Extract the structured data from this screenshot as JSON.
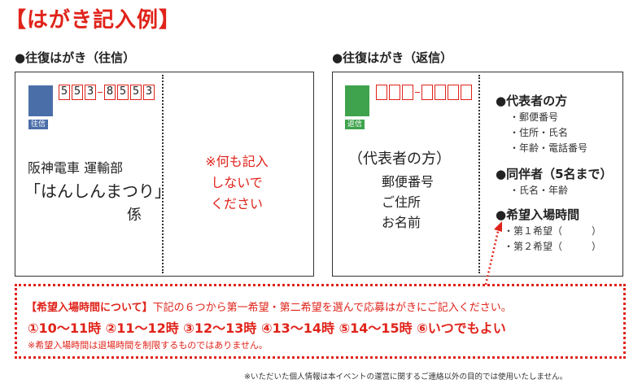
{
  "title": "【はがき記入例】",
  "outgoing": {
    "caption": "●往復はがき（往信）",
    "stamp_label": "往信",
    "zip_left": [
      "5",
      "5",
      "3"
    ],
    "zip_right": [
      "8",
      "5",
      "5",
      "3"
    ],
    "address_line1": "阪神電車 運輸部",
    "address_line2": "「はんしんまつり」",
    "address_line3": "係",
    "note_lines": [
      "※何も記入",
      "しないで",
      "ください"
    ]
  },
  "reply": {
    "caption": "●往復はがき（返信）",
    "stamp_label": "返信",
    "zip_left_count": 3,
    "zip_right_count": 4,
    "name_header": "（代表者の方）",
    "name_items": [
      "郵便番号",
      "ご住所",
      "お名前"
    ],
    "sections": [
      {
        "heading": "●代表者の方",
        "items": [
          "・郵便番号",
          "・住所・氏名",
          "・年齢・電話番号"
        ]
      },
      {
        "heading": "●同伴者（5名まで）",
        "items": [
          "・氏名・年齢"
        ]
      },
      {
        "heading": "●希望入場時間",
        "items": [
          "・第１希望（　　　）",
          "・第２希望（　　　）"
        ]
      }
    ]
  },
  "notice": {
    "line1_bold": "【希望入場時間について】",
    "line1_rest": "下記の６つから第一希望・第二希望を選んで応募はがきにご記入ください。",
    "line2": "①10～11時 ②11～12時 ③12～13時 ④13～14時 ⑤14～15時 ⑥いつでもよい",
    "line3": "※希望入場時間は退場時間を制限するものではありません。"
  },
  "footer": "※いただいた個人情報は本イベントの運営に関するご連絡以外の目的では使用いたしません。",
  "colors": {
    "accent": "#e0231a",
    "stamp_out": "#4a6ea8",
    "stamp_reply": "#3fa34d"
  }
}
